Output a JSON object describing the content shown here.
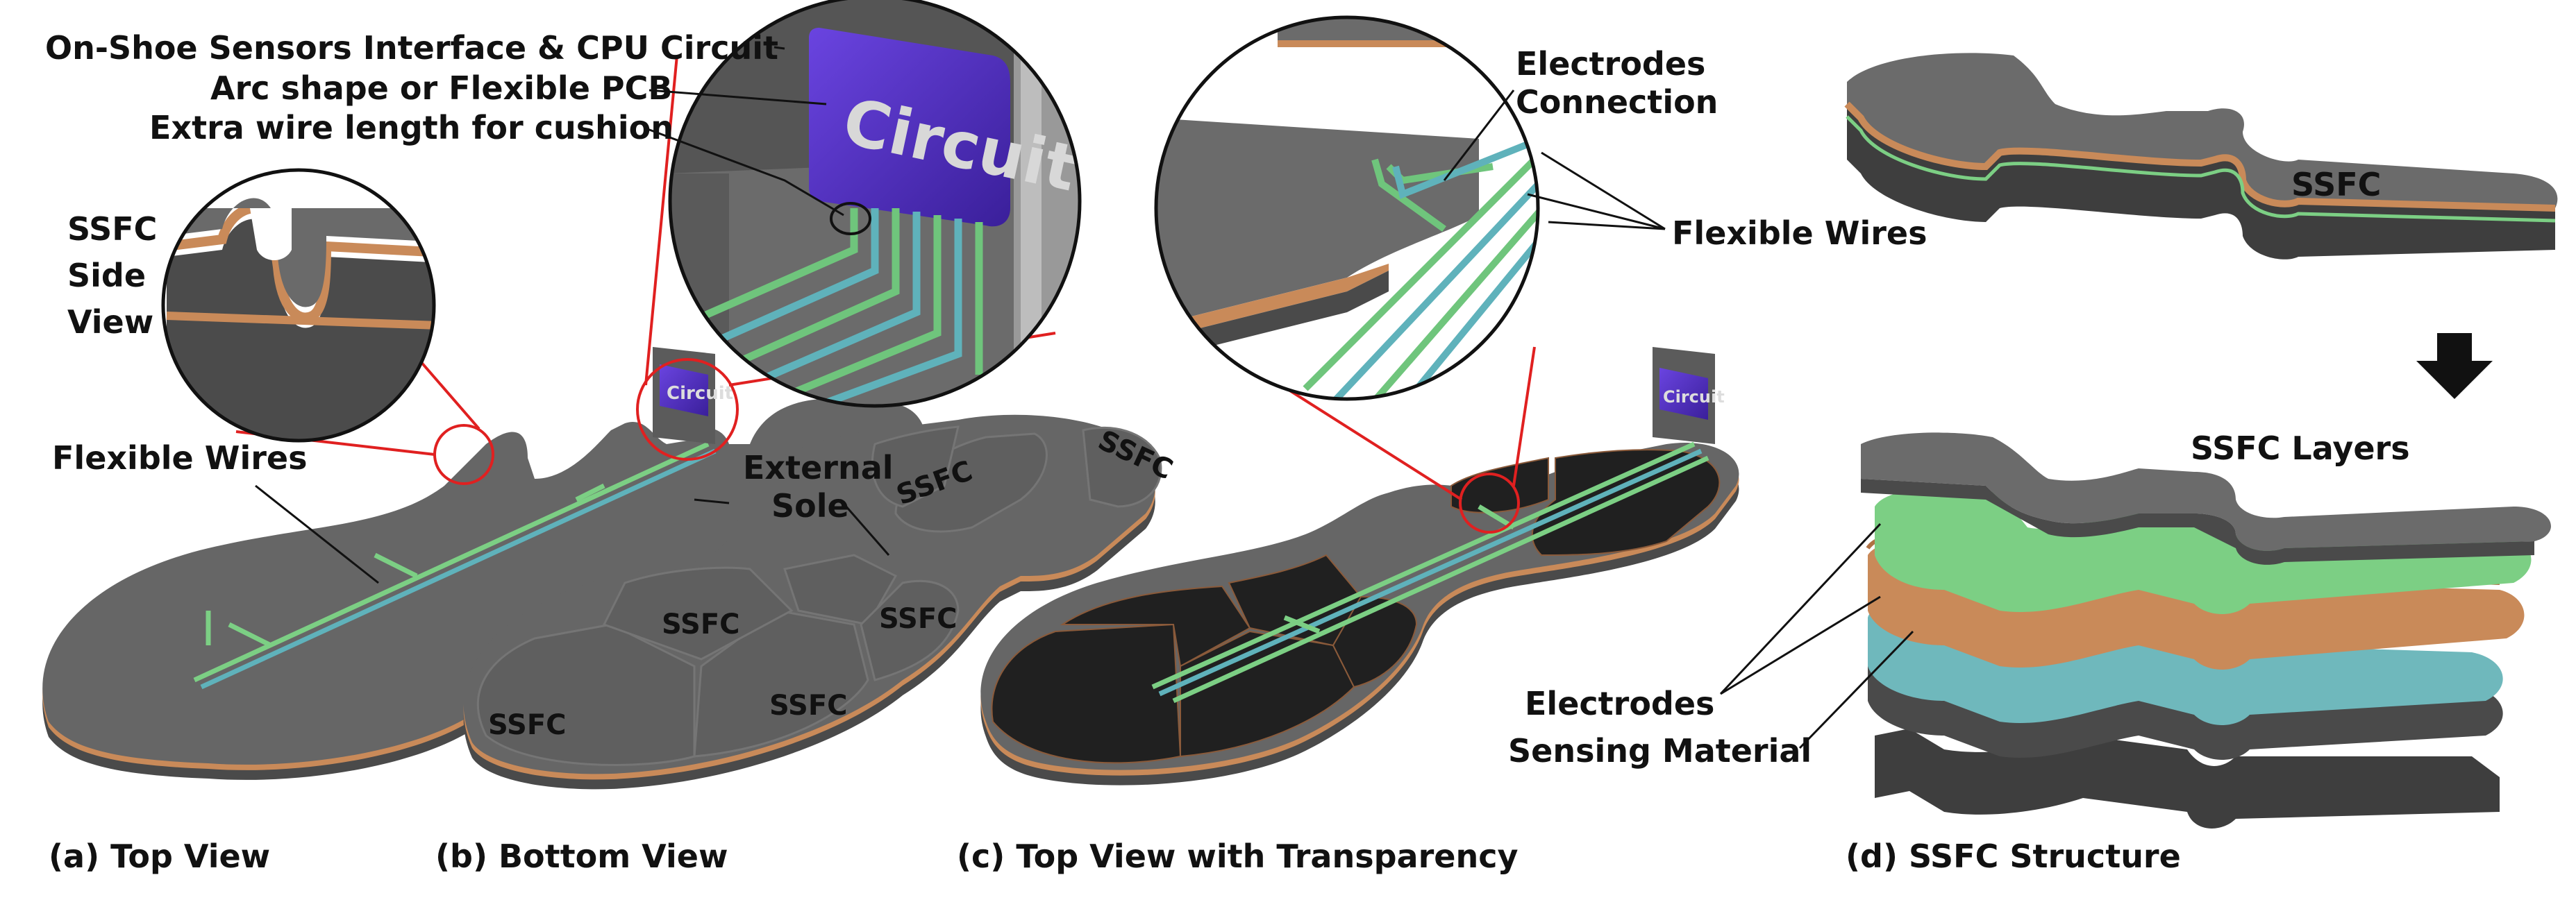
{
  "captions": {
    "a": "(a) Top View",
    "b": "(b) Bottom View",
    "c": "(c) Top View with Transparency",
    "d": "(d) SSFC Structure"
  },
  "labels": {
    "on_shoe": "On-Shoe Sensors Interface & CPU Circuit",
    "arc_shape": "Arc shape or Flexible PCB",
    "extra_wire": "Extra wire length for cushion",
    "ssfc_side_1": "SSFC",
    "ssfc_side_2": "Side",
    "ssfc_side_3": "View",
    "flexible_wires_a": "Flexible Wires",
    "external_1": "External",
    "external_2": "Sole",
    "ssfc_b1": "SSFC",
    "ssfc_b2": "SSFC",
    "ssfc_b3": "SSFC",
    "ssfc_b4": "SSFC",
    "ssfc_b5": "SSFC",
    "ssfc_b6": "SSFC",
    "electrodes_conn_1": "Electrodes",
    "electrodes_conn_2": "Connection",
    "flexible_wires_c": "Flexible Wires",
    "ssfc_d_top": "SSFC",
    "ssfc_layers": "SSFC Layers",
    "electrodes": "Electrodes",
    "sensing_material": "Sensing Material",
    "circuit": "Circuit"
  },
  "colors": {
    "sole": "#666666",
    "electrode_layer": "#c98a59",
    "sensing_layer": "#7ccf84",
    "teal_layer": "#6fb8bc",
    "pcb": "#4a2bb8",
    "callout": "#e02020"
  }
}
